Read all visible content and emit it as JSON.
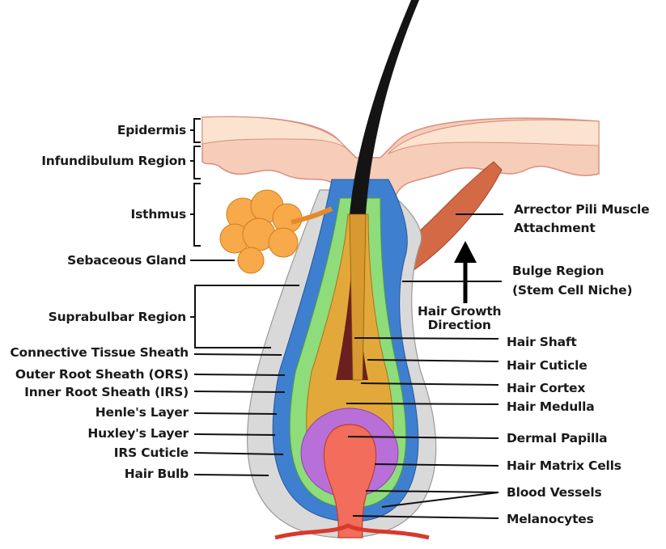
{
  "title": "Hair Follicle Anatomy",
  "left_labels": [
    {
      "id": "epidermis",
      "text": "Epidermis",
      "marker": "bracket"
    },
    {
      "id": "infundibulum",
      "text": "Infundibulum Region",
      "marker": "bracket"
    },
    {
      "id": "isthmus",
      "text": "Isthmus",
      "marker": "bracket"
    },
    {
      "id": "sebaceous",
      "text": "Sebaceous Gland",
      "marker": "line"
    },
    {
      "id": "suprabulbar",
      "text": "Suprabulbar Region",
      "marker": "bracket"
    },
    {
      "id": "cts",
      "text": "Connective Tissue Sheath",
      "marker": "line"
    },
    {
      "id": "ors",
      "text": "Outer Root Sheath (ORS)",
      "marker": "line"
    },
    {
      "id": "irs",
      "text": "Inner Root Sheath (IRS)",
      "marker": "line"
    },
    {
      "id": "henle",
      "text": "Henle's Layer",
      "marker": "line"
    },
    {
      "id": "huxley",
      "text": "Huxley's Layer",
      "marker": "line"
    },
    {
      "id": "irs-cuticle",
      "text": "IRS Cuticle",
      "marker": "line"
    },
    {
      "id": "bulb",
      "text": "Hair Bulb",
      "marker": "line"
    }
  ],
  "right_labels": [
    {
      "id": "arrector",
      "lines": [
        "Arrector Pili Muscle",
        "Attachment"
      ]
    },
    {
      "id": "bulge",
      "lines": [
        "Bulge Region",
        "(Stem Cell Niche)"
      ]
    },
    {
      "id": "shaft",
      "lines": [
        "Hair Shaft"
      ]
    },
    {
      "id": "cuticle",
      "lines": [
        "Hair Cuticle"
      ]
    },
    {
      "id": "cortex",
      "lines": [
        "Hair Cortex"
      ]
    },
    {
      "id": "medulla",
      "lines": [
        "Hair Medulla"
      ]
    },
    {
      "id": "papilla",
      "lines": [
        "Dermal Papilla"
      ]
    },
    {
      "id": "matrix",
      "lines": [
        "Hair Matrix Cells"
      ]
    },
    {
      "id": "vessels",
      "lines": [
        "Blood Vessels"
      ]
    },
    {
      "id": "melanocytes",
      "lines": [
        "Melanocytes"
      ]
    }
  ],
  "growth_arrow": {
    "lines": [
      "Hair Growth",
      "Direction"
    ]
  },
  "colors": {
    "skin": "#f6cdb8",
    "epidermis": "#fbe0cc",
    "connective_sheath": "#d9d9d9",
    "outer_root_sheath": "#3f7fcf",
    "inner_root_sheath": "#8fdc7a",
    "hair_cortex": "#e2a93a",
    "medulla": "#6b1f1f",
    "matrix": "#b86fd8",
    "papilla": "#f26d5b",
    "sebaceous": "#f8a94a",
    "muscle": "#d46a45",
    "hair": "#141414"
  }
}
